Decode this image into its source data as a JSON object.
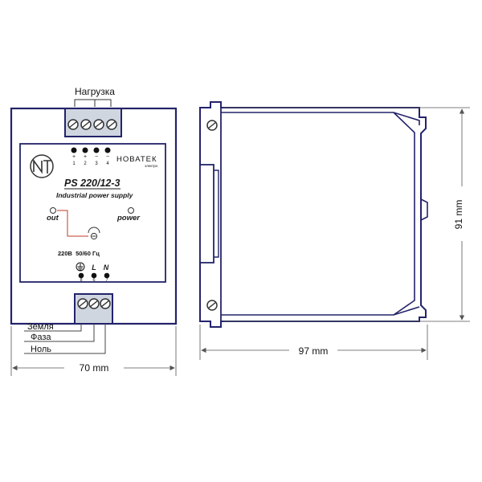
{
  "front_view": {
    "load_label": "Нагрузка",
    "brand": "НОВАТЕК",
    "brand_sub": "электро",
    "model": "PS 220/12-3",
    "subtitle": "Industrial power supply",
    "indicator_out": "out",
    "indicator_power": "power",
    "voltage_rating": "220В  50/60 Гц",
    "top_terminals": [
      {
        "sign": "+",
        "num": "1"
      },
      {
        "sign": "+",
        "num": "2"
      },
      {
        "sign": "−",
        "num": "3"
      },
      {
        "sign": "−",
        "num": "4"
      }
    ],
    "bottom_terminals": [
      {
        "mark": "⏚",
        "num": "8"
      },
      {
        "mark": "L",
        "num": "6"
      },
      {
        "mark": "N",
        "num": "7"
      }
    ],
    "wire_labels": {
      "ground": "Земля",
      "phase": "Фаза",
      "neutral": "Ноль"
    },
    "width_dim": "70 mm"
  },
  "side_view": {
    "depth_dim": "97 mm",
    "height_dim": "91 mm"
  },
  "colors": {
    "outline": "#23236a",
    "screw": "#3a3a3a",
    "terminal_fill": "#cfd6e0"
  }
}
